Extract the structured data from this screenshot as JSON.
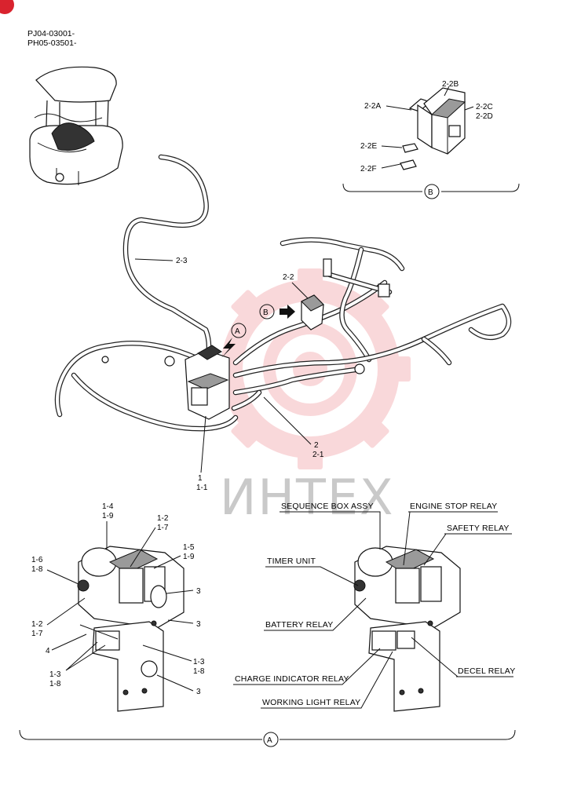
{
  "header": {
    "codes": [
      "PJ04-03001-",
      "PH05-03501-"
    ]
  },
  "watermark": {
    "text": "ИНТЕХ",
    "color": "#e8505b"
  },
  "corner_badge": {
    "color": "#d9232e"
  },
  "views": {
    "A": {
      "marker": "A"
    },
    "B": {
      "marker": "B"
    }
  },
  "part_labels": {
    "p2_2A": "2-2A",
    "p2_2B": "2-2B",
    "p2_2C": "2-2C",
    "p2_2D": "2-2D",
    "p2_2E": "2-2E",
    "p2_2F": "2-2F",
    "p2_3": "2-3",
    "p2_2": "2-2",
    "p2": "2",
    "p2_1": "2-1",
    "p1": "1",
    "p1_1": "1-1",
    "p1_4": "1-4",
    "p1_9a": "1-9",
    "p1_2a": "1-2",
    "p1_7a": "1-7",
    "p1_5": "1-5",
    "p1_9b": "1-9",
    "p1_6": "1-6",
    "p1_8a": "1-8",
    "p3a": "3",
    "p3b": "3",
    "p1_2b": "1-2",
    "p1_7b": "1-7",
    "p4": "4",
    "p1_3a": "1-3",
    "p1_8b": "1-8",
    "p1_3b": "1-3",
    "p1_8c": "1-8",
    "p3c": "3"
  },
  "callouts": {
    "sequence_box": "SEQUENCE BOX ASSY",
    "engine_stop": "ENGINE STOP RELAY",
    "safety": "SAFETY RELAY",
    "timer": "TIMER UNIT",
    "battery": "BATTERY RELAY",
    "charge": "CHARGE INDICATOR RELAY",
    "decel": "DECEL RELAY",
    "working_light": "WORKING LIGHT RELAY"
  }
}
